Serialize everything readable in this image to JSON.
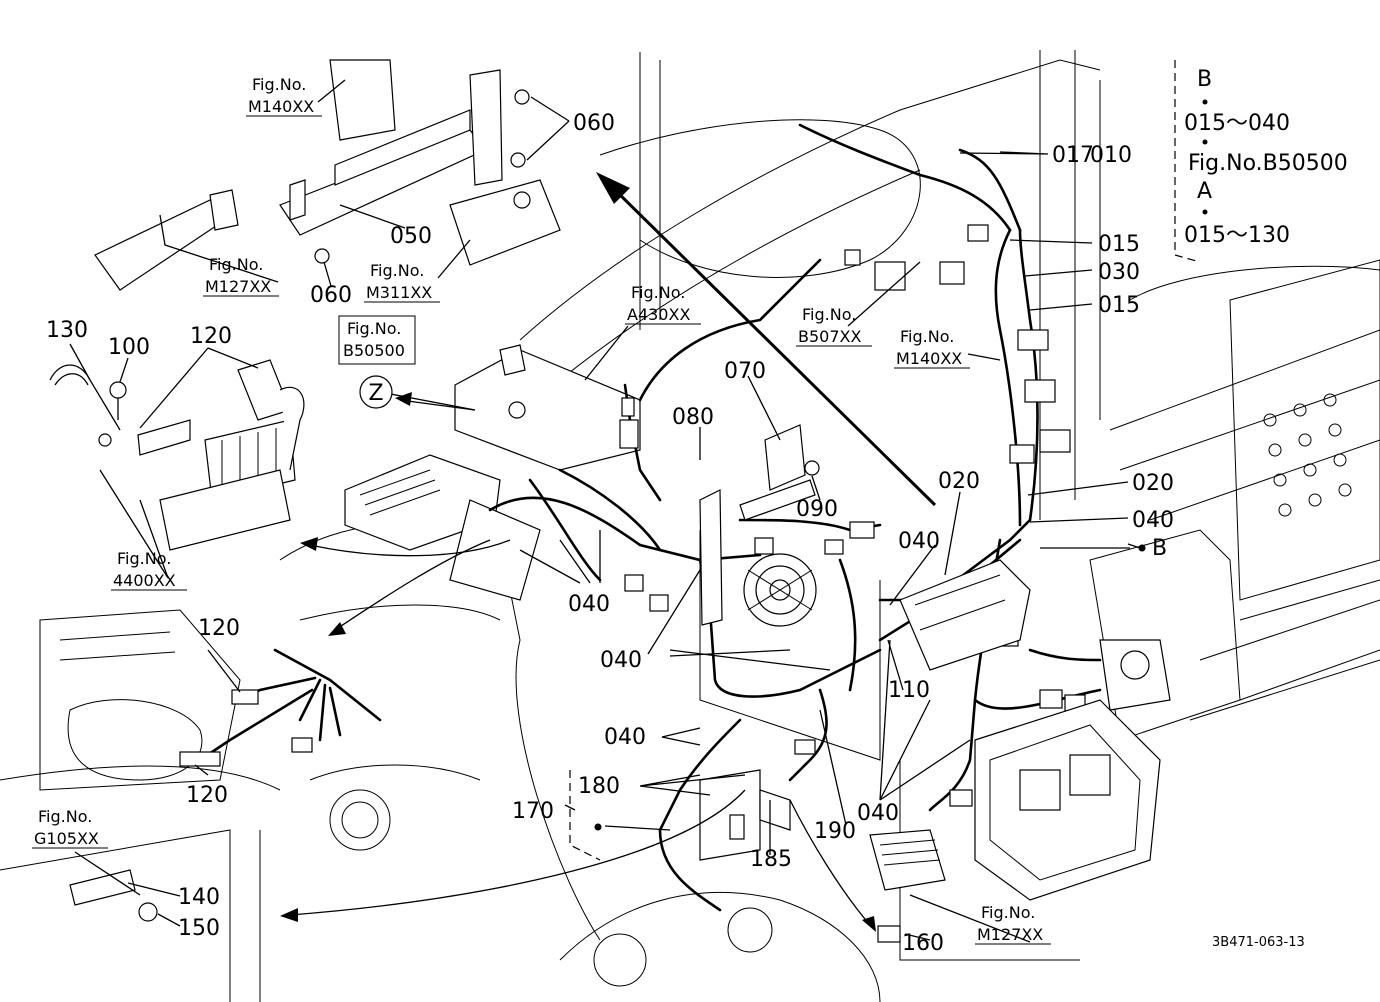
{
  "parts": [
    {
      "key": "p060a",
      "text": "060"
    },
    {
      "key": "p050",
      "text": "050"
    },
    {
      "key": "p060b",
      "text": "060"
    },
    {
      "key": "p017",
      "text": "017"
    },
    {
      "key": "p010",
      "text": "010"
    },
    {
      "key": "p015a",
      "text": "015"
    },
    {
      "key": "p030",
      "text": "030"
    },
    {
      "key": "p015b",
      "text": "015"
    },
    {
      "key": "p130",
      "text": "130"
    },
    {
      "key": "p100",
      "text": "100"
    },
    {
      "key": "p120a",
      "text": "120"
    },
    {
      "key": "p070",
      "text": "070"
    },
    {
      "key": "p080",
      "text": "080"
    },
    {
      "key": "p090",
      "text": "090"
    },
    {
      "key": "p020a",
      "text": "020"
    },
    {
      "key": "p020b",
      "text": "020"
    },
    {
      "key": "p040a",
      "text": "040"
    },
    {
      "key": "p040b",
      "text": "040"
    },
    {
      "key": "pB",
      "text": "B"
    },
    {
      "key": "p040c",
      "text": "040"
    },
    {
      "key": "p040d",
      "text": "040"
    },
    {
      "key": "p120b",
      "text": "120"
    },
    {
      "key": "p110",
      "text": "110"
    },
    {
      "key": "p040e",
      "text": "040"
    },
    {
      "key": "p120c",
      "text": "120"
    },
    {
      "key": "p180",
      "text": "180"
    },
    {
      "key": "p170",
      "text": "170"
    },
    {
      "key": "p190",
      "text": "190"
    },
    {
      "key": "p040f",
      "text": "040"
    },
    {
      "key": "p185",
      "text": "185"
    },
    {
      "key": "p140",
      "text": "140"
    },
    {
      "key": "p150",
      "text": "150"
    },
    {
      "key": "p160",
      "text": "160"
    }
  ],
  "fig_refs": [
    {
      "key": "m140a",
      "line1": "Fig.No.",
      "line2": "M140XX"
    },
    {
      "key": "m127a",
      "line1": "Fig.No.",
      "line2": "M127XX"
    },
    {
      "key": "m311",
      "line1": "Fig.No.",
      "line2": "M311XX"
    },
    {
      "key": "a430",
      "line1": "Fig.No.",
      "line2": "A430XX"
    },
    {
      "key": "b507",
      "line1": "Fig.No.",
      "line2": "B507XX"
    },
    {
      "key": "m140b",
      "line1": "Fig.No.",
      "line2": "M140XX"
    },
    {
      "key": "b50500",
      "line1": "Fig.No.",
      "line2": "B50500"
    },
    {
      "key": "f4400",
      "line1": "Fig.No.",
      "line2": "4400XX"
    },
    {
      "key": "g105",
      "line1": "Fig.No.",
      "line2": "G105XX"
    },
    {
      "key": "m127b",
      "line1": "Fig.No.",
      "line2": "M127XX"
    }
  ],
  "circle_label": "Z",
  "legend": {
    "b_letter": "B",
    "b_range": "015～040",
    "fig_ref": "Fig.No.B50500",
    "a_letter": "A",
    "a_range": "015～130"
  },
  "doc_code": "3B471-063-13"
}
